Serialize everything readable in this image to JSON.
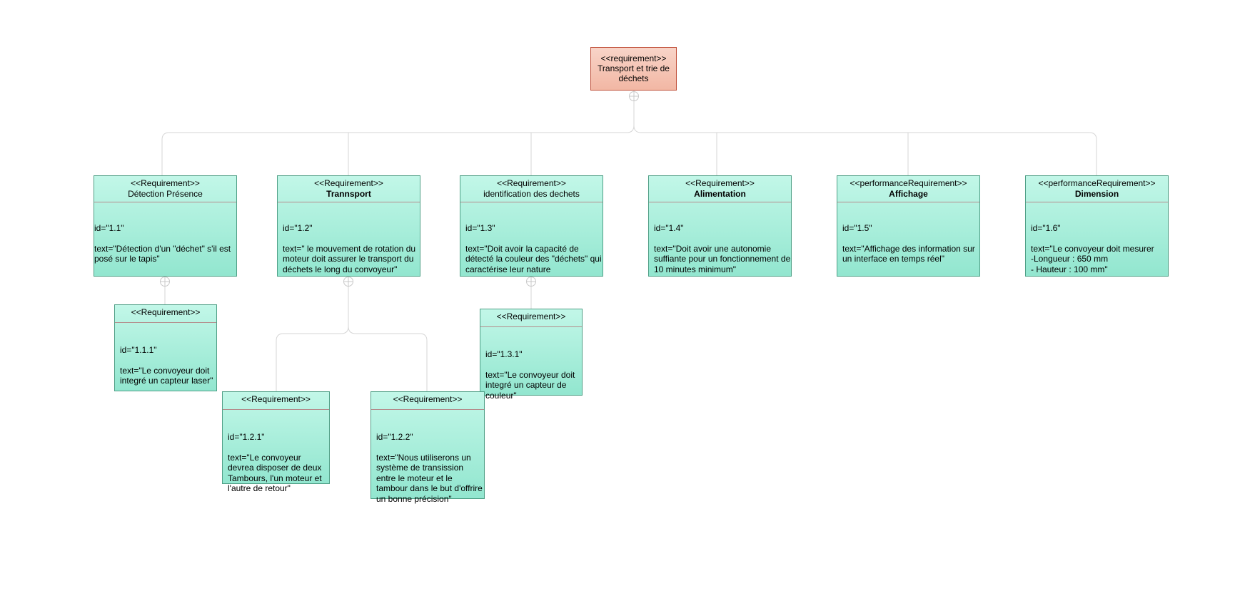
{
  "root": {
    "stereotype": "<<requirement>>",
    "name": "Transport et trie de déchets"
  },
  "requirements": [
    {
      "stereotype": "<<Requirement>>",
      "name": "Détection Présence",
      "bold": false,
      "id_line": "id=\"1.1\"",
      "text_line": "text=\"Détection d'un \"déchet\" s'il est posé sur le tapis\""
    },
    {
      "stereotype": "<<Requirement>>",
      "name": "Trannsport",
      "bold": true,
      "id_line": "id=\"1.2\"",
      "text_line": "text=\" le mouvement de rotation du moteur doit assurer le transport du déchets le long du convoyeur\""
    },
    {
      "stereotype": "<<Requirement>>",
      "name": "identification des dechets",
      "bold": false,
      "id_line": "id=\"1.3\"",
      "text_line": "text=\"Doit avoir la capacité de détecté la couleur des \"déchets\" qui caractérise leur nature"
    },
    {
      "stereotype": "<<Requirement>>",
      "name": "Alimentation",
      "bold": true,
      "id_line": "id=\"1.4\"",
      "text_line": "text=\"Doit avoir une autonomie suffiante pour un fonctionnement de 10 minutes minimum\""
    },
    {
      "stereotype": "<<performanceRequirement>>",
      "name": "Affichage",
      "bold": true,
      "id_line": "id=\"1.5\"",
      "text_line": "text=\"Affichage des information sur un interface en temps réel\""
    },
    {
      "stereotype": "<<performanceRequirement>>",
      "name": "Dimension",
      "bold": true,
      "id_line": "id=\"1.6\"",
      "text_line": "text=\"Le convoyeur doit mesurer\n -Longueur : 650 mm\n- Hauteur : 100 mm\""
    },
    {
      "stereotype": "<<Requirement>>",
      "name": "",
      "bold": false,
      "id_line": "id=\"1.1.1\"",
      "text_line": "text=\"Le convoyeur doit integré un capteur laser\""
    },
    {
      "stereotype": "<<Requirement>>",
      "name": "",
      "bold": false,
      "id_line": "id=\"1.3.1\"",
      "text_line": "text=\"Le convoyeur doit integré un capteur de couleur\""
    },
    {
      "stereotype": "<<Requirement>>",
      "name": "",
      "bold": false,
      "id_line": "id=\"1.2.1\"",
      "text_line": "text=\"Le convoyeur devrea disposer de deux Tambours, l'un moteur et l'autre de retour\""
    },
    {
      "stereotype": "<<Requirement>>",
      "name": "",
      "bold": false,
      "id_line": "id=\"1.2.2\"",
      "text_line": "text=\"Nous utiliserons  un système de transission entre le moteur et le tambour dans le but d'offrire un bonne précision\""
    }
  ]
}
